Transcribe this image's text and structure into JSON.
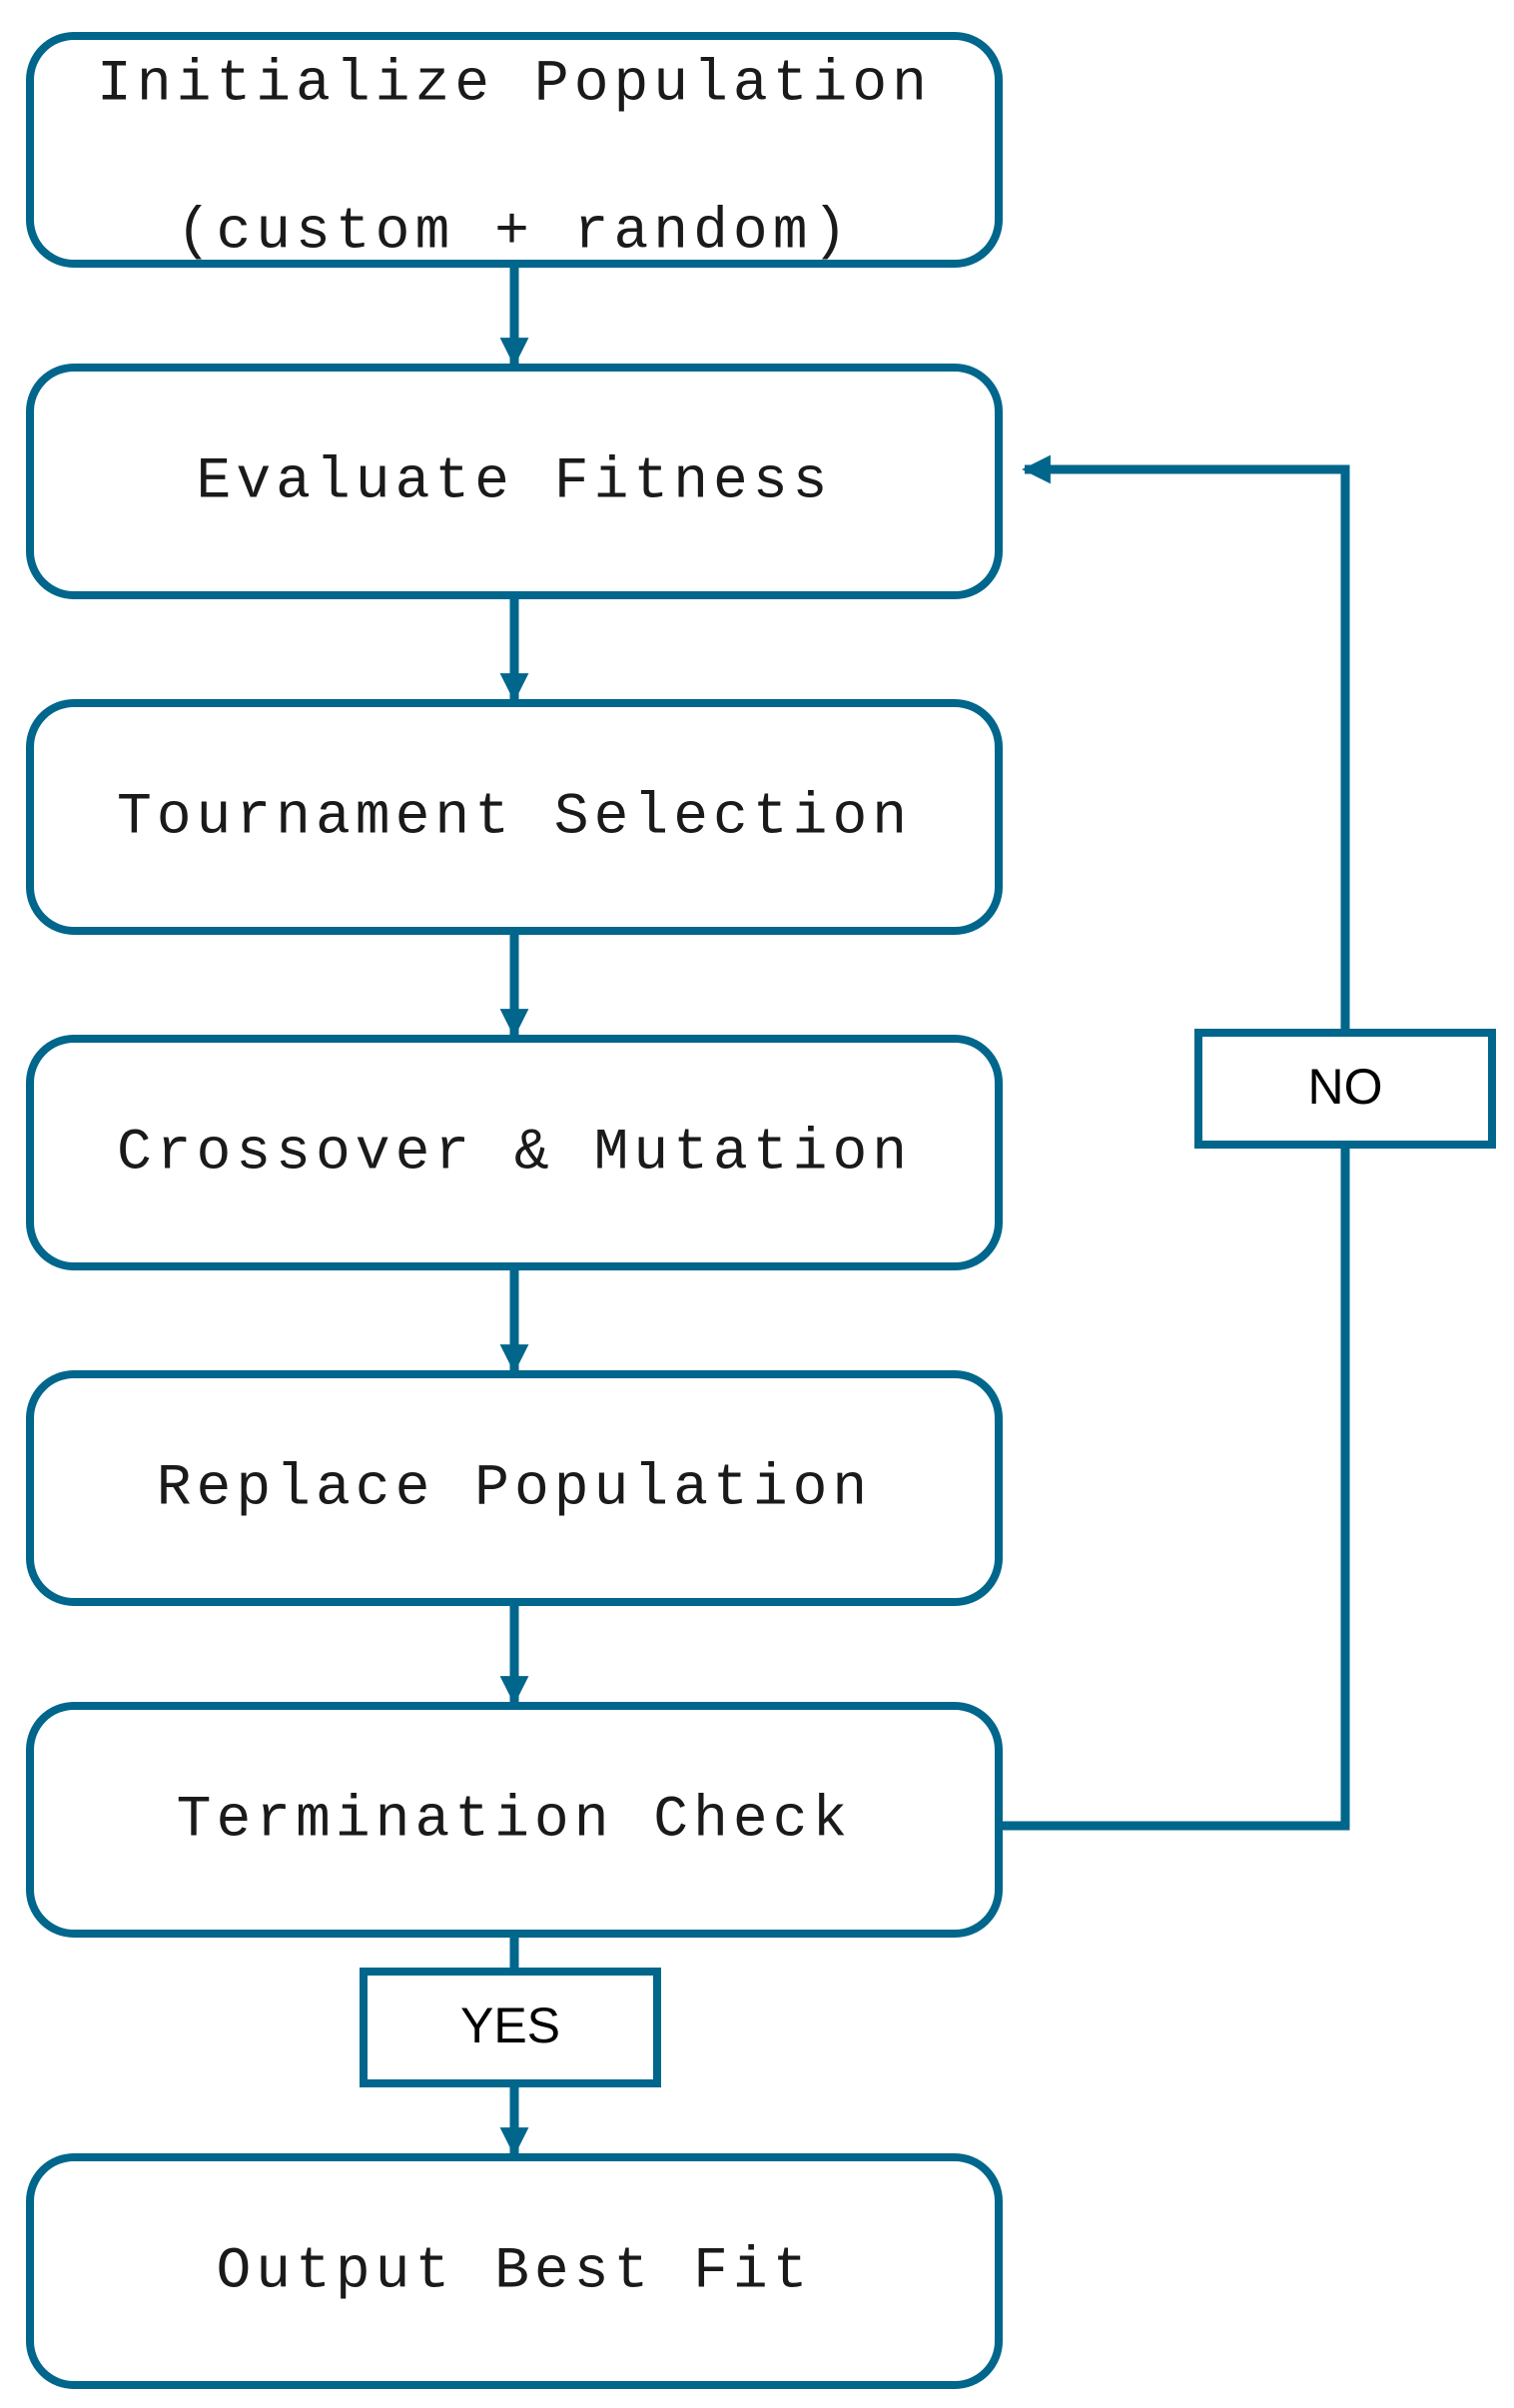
{
  "colors": {
    "stroke": "#00668c",
    "text": "#1a1a1a",
    "background": "#ffffff"
  },
  "nodes": [
    {
      "id": "init",
      "lines": [
        "Initialize Population",
        "(custom + random)"
      ]
    },
    {
      "id": "evaluate",
      "lines": [
        "Evaluate Fitness"
      ]
    },
    {
      "id": "selection",
      "lines": [
        "Tournament Selection"
      ]
    },
    {
      "id": "crossover",
      "lines": [
        "Crossover & Mutation"
      ]
    },
    {
      "id": "replace",
      "lines": [
        "Replace Population"
      ]
    },
    {
      "id": "termination",
      "lines": [
        "Termination Check"
      ]
    },
    {
      "id": "output",
      "lines": [
        "Output Best Fit"
      ]
    }
  ],
  "edge_labels": {
    "no": "NO",
    "yes": "YES"
  }
}
